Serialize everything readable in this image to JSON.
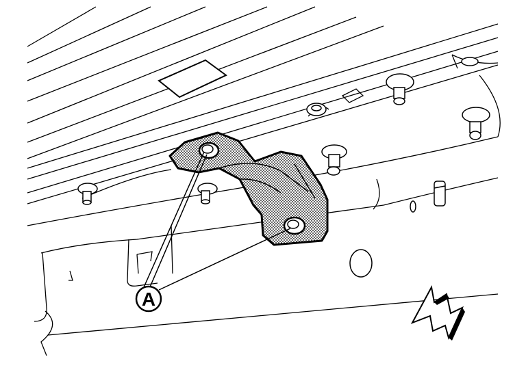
{
  "figure": {
    "callout_label": "A",
    "parts": {
      "bracket": "bracket-shaded",
      "fasteners": "bolt",
      "direction": "front-arrow"
    },
    "colors": {
      "line": "#000000",
      "background": "#ffffff",
      "shade": "#bdbdbd"
    }
  }
}
